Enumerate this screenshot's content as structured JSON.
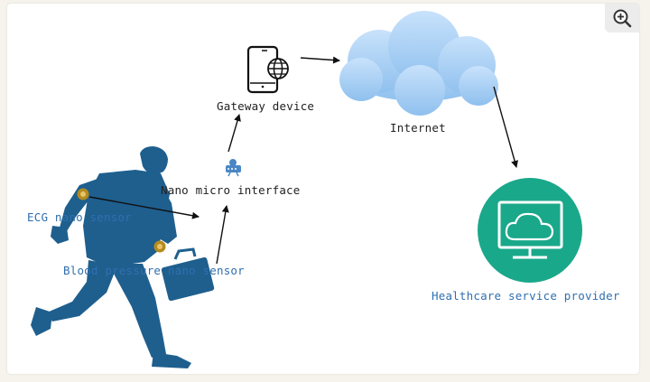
{
  "labels": {
    "gateway": "Gateway device",
    "internet": "Internet",
    "nano_interface": "Nano micro interface",
    "ecg": "ECG nano sensor",
    "bp": "Blood pressure nano sensor",
    "provider": "Healthcare service provider"
  },
  "icons": {
    "zoom": "zoom-in-icon",
    "gateway": "smartphone-globe-icon",
    "internet": "cloud-icon",
    "nano": "router-icon",
    "provider": "monitor-cloud-icon",
    "person": "running-man-with-briefcase",
    "sensor": "sensor-dot-icon"
  },
  "colors": {
    "person": "#1e5f8e",
    "cloud": "#a9d0f5",
    "provider_circle": "#1aa88a",
    "sensor": "#b58a1e",
    "text_blue": "#2f6fb0",
    "text_dark": "#222222"
  }
}
